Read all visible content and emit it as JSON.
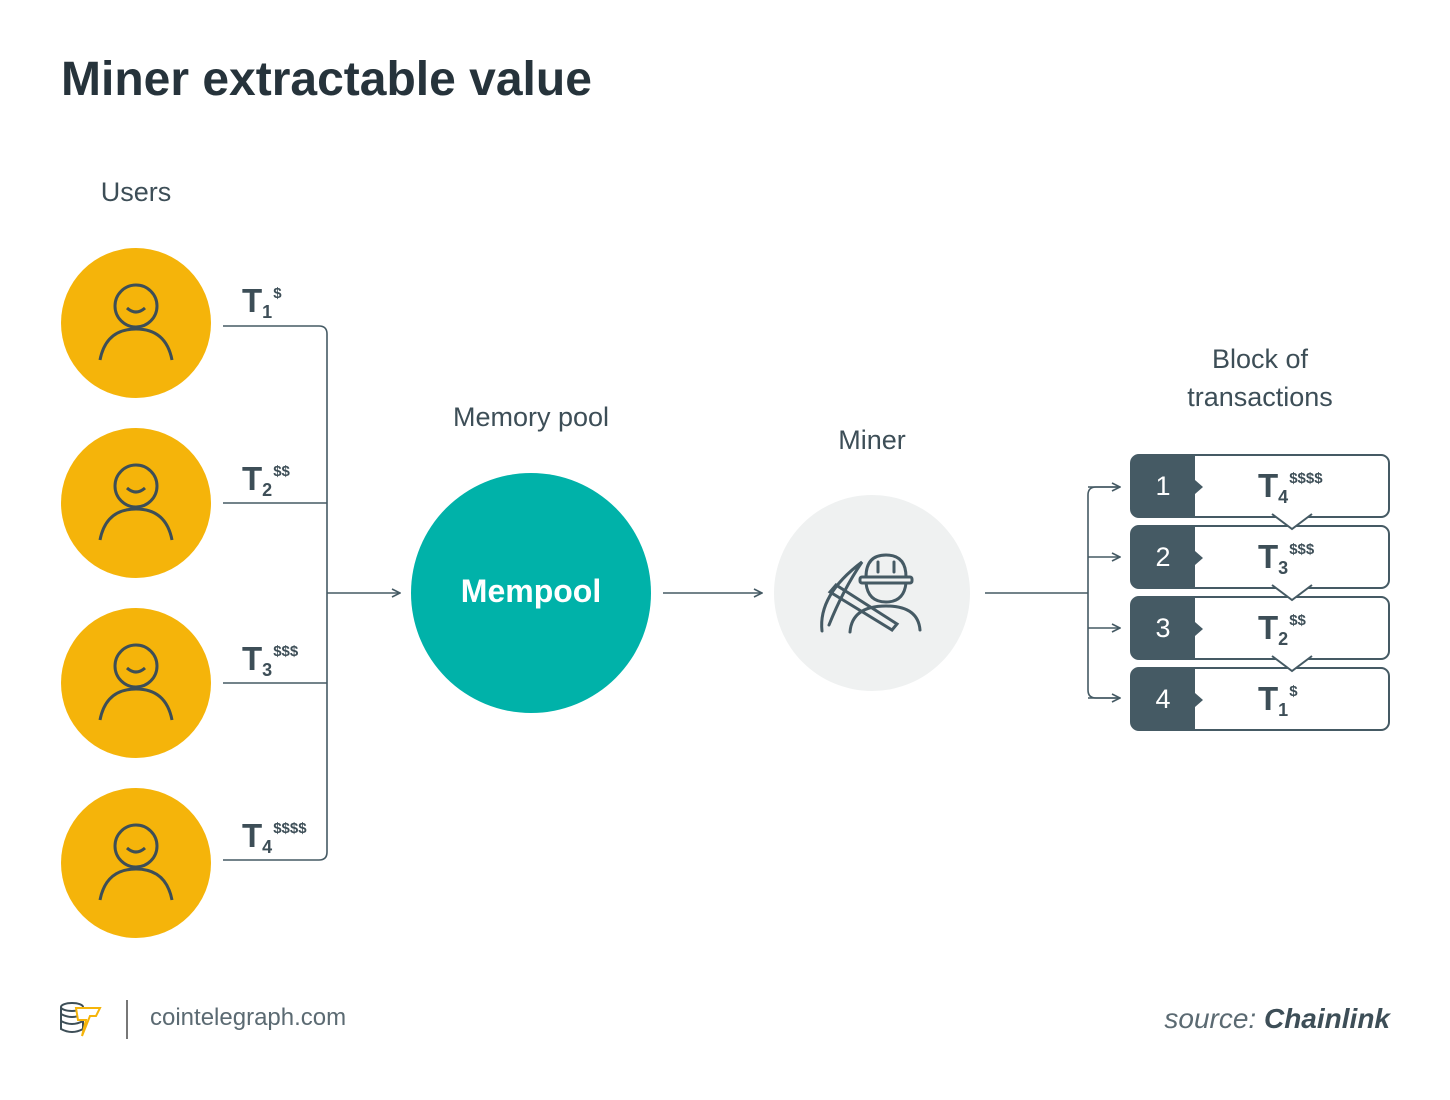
{
  "title": "Miner extractable value",
  "labels": {
    "users": "Users",
    "memory_pool": "Memory pool",
    "mempool": "Mempool",
    "miner": "Miner",
    "block": "Block of transactions"
  },
  "user_tx": [
    {
      "t": "T",
      "sub": "1",
      "sup": "$"
    },
    {
      "t": "T",
      "sub": "2",
      "sup": "$$"
    },
    {
      "t": "T",
      "sub": "3",
      "sup": "$$$"
    },
    {
      "t": "T",
      "sub": "4",
      "sup": "$$$$"
    }
  ],
  "block": [
    {
      "order": "1",
      "t": "T",
      "sub": "4",
      "sup": "$$$$"
    },
    {
      "order": "2",
      "t": "T",
      "sub": "3",
      "sup": "$$$"
    },
    {
      "order": "3",
      "t": "T",
      "sub": "2",
      "sup": "$$"
    },
    {
      "order": "4",
      "t": "T",
      "sub": "1",
      "sup": "$"
    }
  ],
  "footer": {
    "site": "cointelegraph.com",
    "source_prefix": "source:",
    "source": "Chainlink"
  },
  "colors": {
    "user": "#f5b40a",
    "mempool": "#00b2a9",
    "miner_bg": "#eff1f1",
    "line": "#455a64"
  }
}
